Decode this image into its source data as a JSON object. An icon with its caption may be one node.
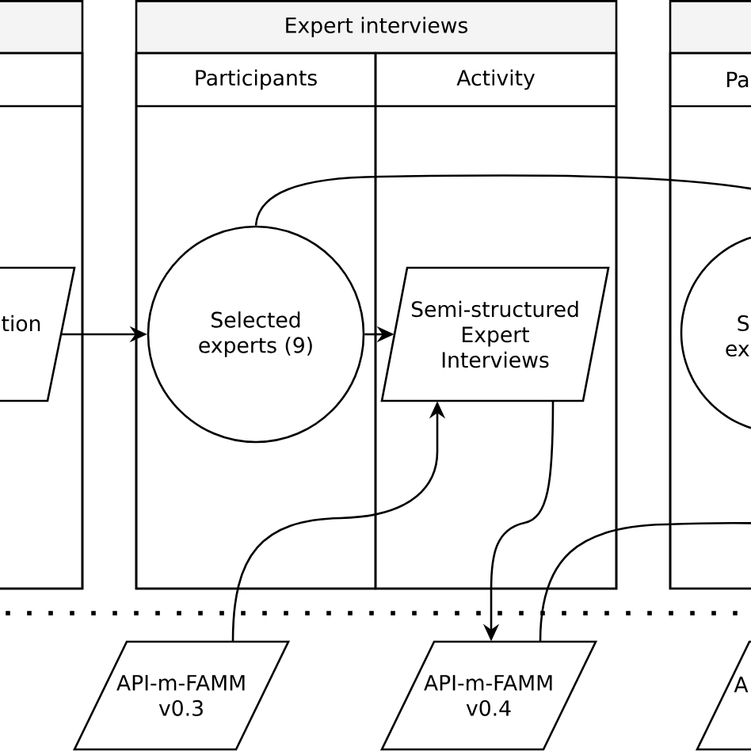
{
  "diagram": {
    "nodes": [
      {
        "text": [],
        "shape": "box"
      },
      {
        "text": [],
        "shape": "box",
        "in": 0
      },
      {
        "text": [
          "tion"
        ],
        "in": 1
      },
      {
        "text": [
          "Expert interviews"
        ]
      },
      {
        "text": [
          "Participants"
        ],
        "in": 3
      },
      {
        "text": [
          "Activity"
        ],
        "in": 3
      },
      {
        "text": [
          "Selected experts (9)"
        ],
        "in": 4
      },
      {
        "text": [
          "Semi-structured Expert Interviews"
        ],
        "in": 5
      },
      {
        "text": [],
        "shape": "box"
      },
      {
        "text": [
          "Pa"
        ],
        "in": 8
      },
      {
        "text": [
          "S ex"
        ],
        "in": 9
      },
      {
        "text": [
          "API-m-FAMM v0.3"
        ]
      },
      {
        "text": [
          "API-m-FAMM v0.4"
        ]
      },
      {
        "text": [
          "A"
        ]
      }
    ],
    "edges": [
      {
        "from": 2,
        "to": 6,
        "arrow": "to"
      },
      {
        "from": 6,
        "to": 7,
        "arrow": "to"
      },
      {
        "from": 6,
        "to": 9,
        "arrow": "none"
      },
      {
        "from": 11,
        "to": 7,
        "arrow": "to"
      },
      {
        "from": 7,
        "to": 12,
        "arrow": "to"
      },
      {
        "from": 12,
        "to": 9,
        "arrow": "none"
      }
    ]
  }
}
